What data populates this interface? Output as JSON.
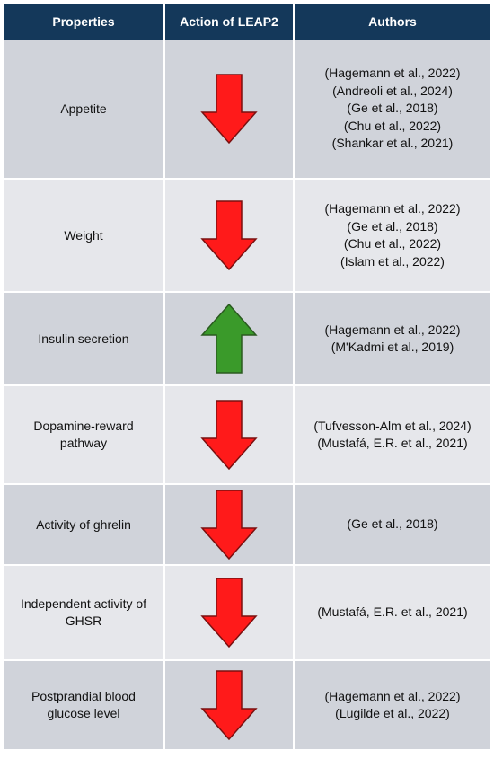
{
  "headers": {
    "properties": "Properties",
    "action": "Action of LEAP2",
    "authors": "Authors"
  },
  "colors": {
    "header_bg": "#14385a",
    "row_dark": "#d0d3da",
    "row_light": "#e6e7eb",
    "down_arrow": "#ff1a1a",
    "up_arrow": "#3a9a2a"
  },
  "rows": [
    {
      "property": "Appetite",
      "action": "down",
      "action_icon": "red-down-arrow-icon",
      "authors": [
        "(Hagemann et al., 2022)",
        "(Andreoli et al., 2024)",
        "(Ge et al., 2018)",
        "(Chu et al., 2022)",
        "(Shankar et al., 2021)"
      ]
    },
    {
      "property": "Weight",
      "action": "down",
      "action_icon": "red-down-arrow-icon",
      "authors": [
        "(Hagemann et al., 2022)",
        "(Ge et al., 2018)",
        "(Chu et al., 2022)",
        "(Islam et al., 2022)"
      ]
    },
    {
      "property": "Insulin secretion",
      "action": "up",
      "action_icon": "green-up-arrow-icon",
      "authors": [
        "(Hagemann et al., 2022)",
        "(M'Kadmi et al., 2019)"
      ]
    },
    {
      "property": "Dopamine-reward pathway",
      "action": "down",
      "action_icon": "red-down-arrow-icon",
      "authors": [
        "(Tufvesson-Alm et al., 2024)",
        "(Mustafá, E.R. et al., 2021)"
      ]
    },
    {
      "property": "Activity of ghrelin",
      "action": "down",
      "action_icon": "red-down-arrow-icon",
      "authors": [
        "(Ge et al., 2018)"
      ]
    },
    {
      "property": "Independent activity of GHSR",
      "action": "down",
      "action_icon": "red-down-arrow-icon",
      "authors": [
        "(Mustafá, E.R. et al., 2021)"
      ]
    },
    {
      "property": "Postprandial blood glucose level",
      "action": "down",
      "action_icon": "red-down-arrow-icon",
      "authors": [
        "(Hagemann et al., 2022)",
        "(Lugilde et al., 2022)"
      ]
    }
  ]
}
